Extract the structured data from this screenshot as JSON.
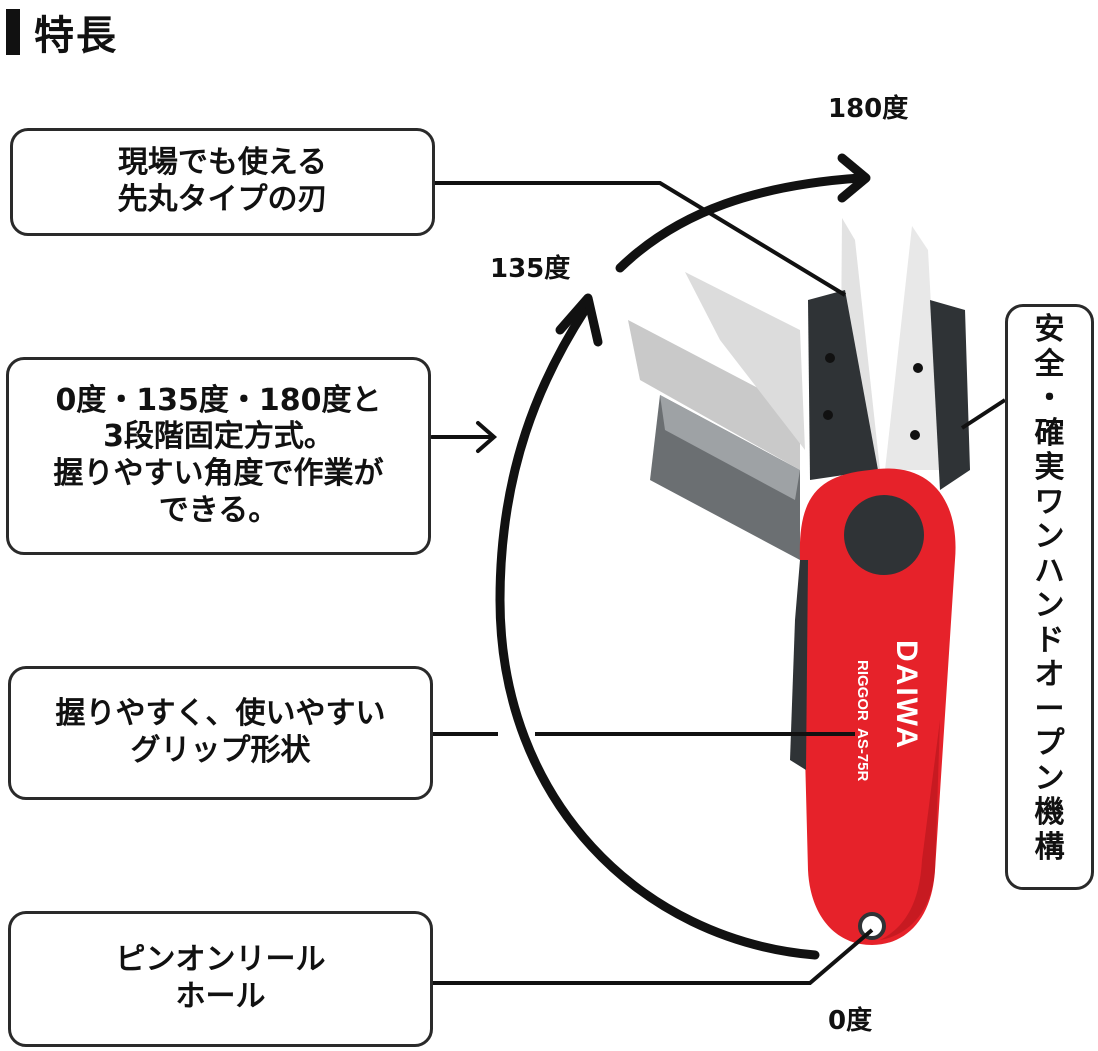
{
  "heading": {
    "title": "特長"
  },
  "angles": {
    "a180": "180度",
    "a135": "135度",
    "a0": "0度"
  },
  "callouts": {
    "tip": {
      "lines": [
        "現場でも使える",
        "先丸タイプの刃"
      ]
    },
    "angles": {
      "lines": [
        "0度・135度・180度と",
        "3段階固定方式。",
        "握りやすい角度で作業が",
        "できる。"
      ]
    },
    "grip": {
      "lines": [
        "握りやすく、使いやすい",
        "グリップ形状"
      ]
    },
    "reel": {
      "lines": [
        "ピンオンリール",
        "ホール"
      ]
    },
    "safety": {
      "chars": [
        "安",
        "全",
        "・",
        "確",
        "実",
        "ワ",
        "ン",
        "ハ",
        "ン",
        "ド",
        "オ",
        "ー",
        "プ",
        "ン",
        "機",
        "構"
      ]
    }
  },
  "product": {
    "brand": "DAIWA",
    "model_name": "RIGGOR",
    "model_code": "AS-75R"
  },
  "colors": {
    "handle": "#e6222a",
    "handle_dark": "#b3151c",
    "rubber": "#2f3336",
    "blade": "#d9d9d9",
    "ink": "#111111"
  }
}
